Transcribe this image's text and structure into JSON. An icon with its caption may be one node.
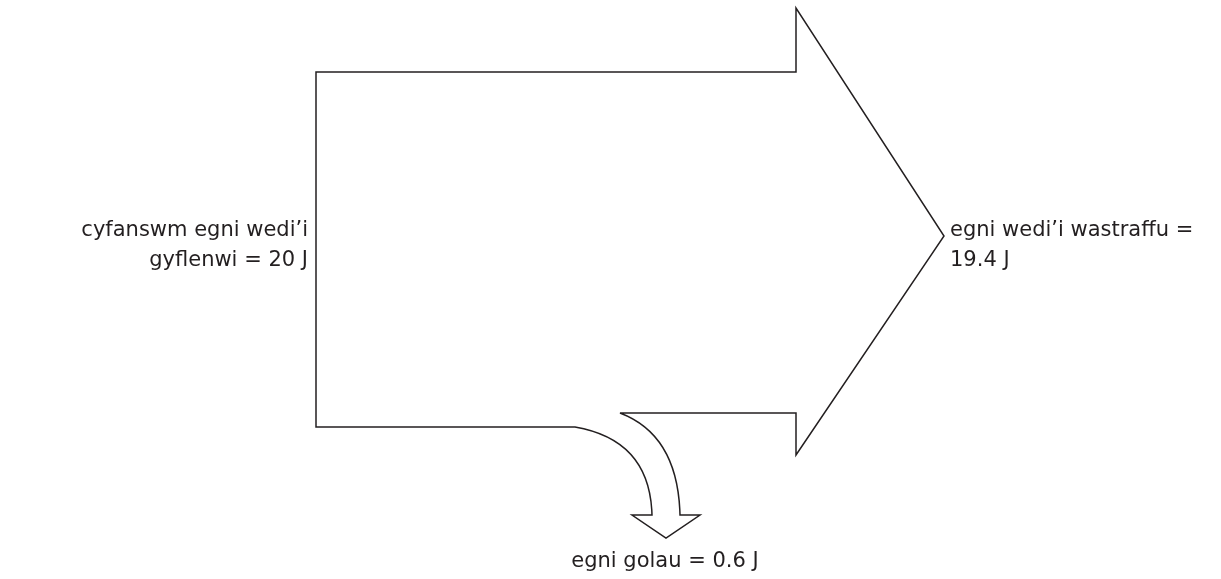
{
  "diagram": {
    "labels": [
      "cyfanswm egni wedi’i gyflenwi = 20 J",
      "egni wedi’i wastraffu = 19.4 J",
      "egni golau = 0.6 J"
    ]
  }
}
